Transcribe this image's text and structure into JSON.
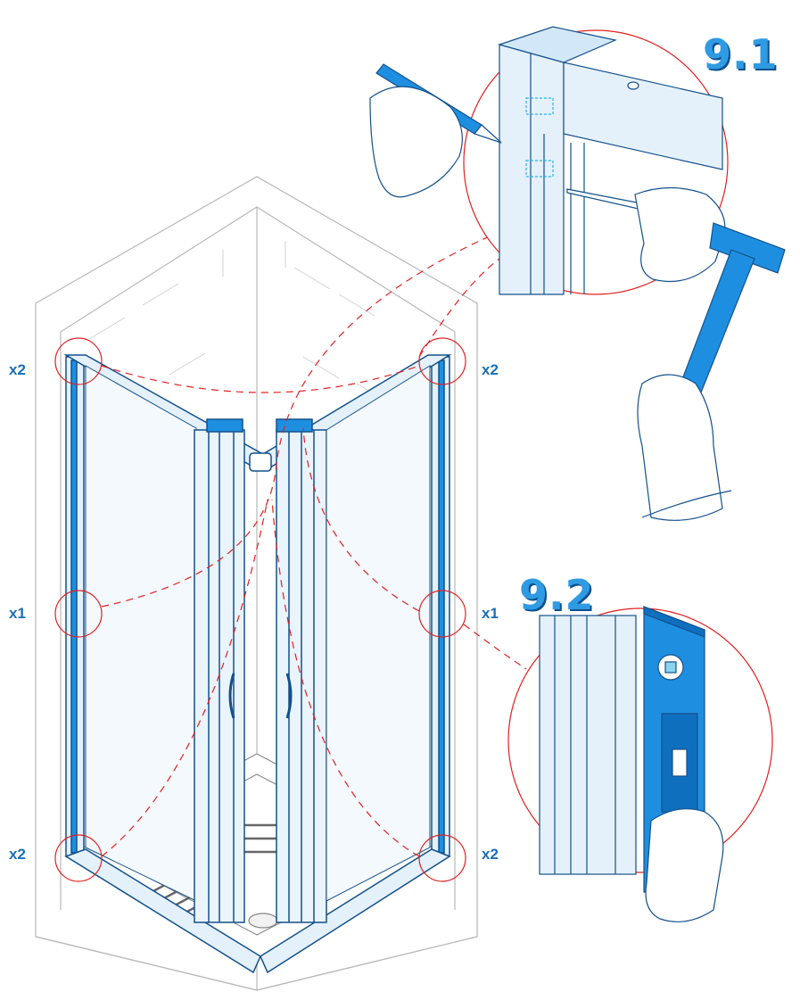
{
  "steps": {
    "step_1": "9.1",
    "step_2": "9.2"
  },
  "quantities": {
    "top_left": "x2",
    "top_right": "x2",
    "mid_left": "x1",
    "mid_right": "x1",
    "bottom_left": "x2",
    "bottom_right": "x2"
  },
  "colors": {
    "accent_blue": "#1e8fe0",
    "light_blue": "#e4f1fb",
    "outline_blue": "#14508a",
    "callout_red": "#e02020",
    "wall_gray": "#b8b8b8"
  },
  "icons": [
    "pencil-icon",
    "hand-icon",
    "punch-icon",
    "hammer-icon",
    "spirit-level-icon"
  ]
}
